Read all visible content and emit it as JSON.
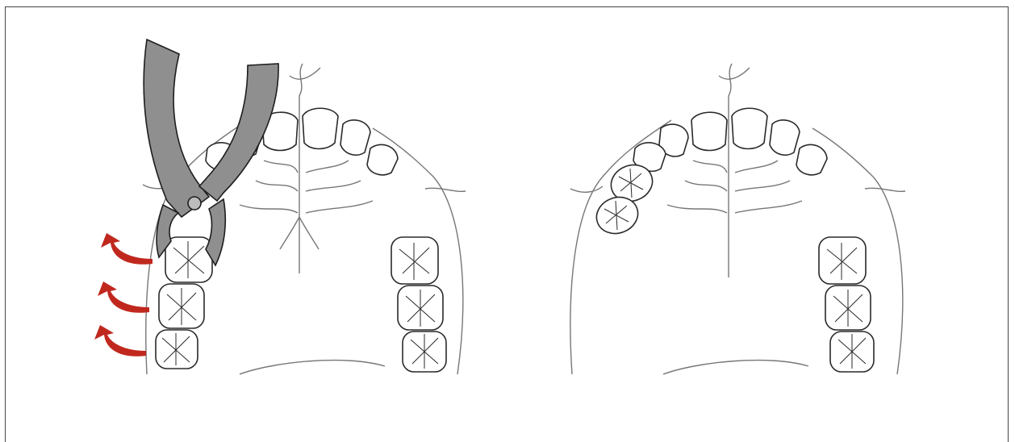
{
  "figure": {
    "panels": [
      {
        "name": "left",
        "description_hidden": true
      },
      {
        "name": "right",
        "description_hidden": true
      }
    ]
  },
  "colors": {
    "outline": "#2a2a2a",
    "palate_line": "#777777",
    "forceps_fill": "#8f8f8f",
    "forceps_stroke": "#1e1e1e",
    "arrow": "#c0281e"
  },
  "icons": {
    "forceps": "forceps-icon",
    "arrow": "curved-arrow-icon"
  },
  "arrows": {
    "count": 3
  }
}
